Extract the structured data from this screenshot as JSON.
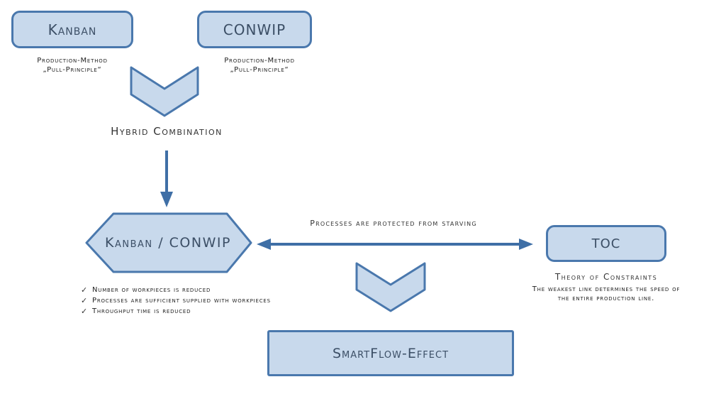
{
  "boxes": {
    "kanban": "Kanban",
    "conwip": "CONWIP",
    "hybrid": "Kanban / CONWIP",
    "toc": "TOC",
    "smartflow": "SmartFlow-Effect"
  },
  "captions": {
    "kanban_line1": "Production-Method",
    "kanban_line2": "„Pull-Principle“",
    "conwip_line1": "Production-Method",
    "conwip_line2": "„Pull-Principle“",
    "hybrid_combination": "Hybrid Combination",
    "starving": "Processes are protected from starving",
    "toc_title": "Theory of Constraints",
    "toc_line1": "The weakest link determines the speed of",
    "toc_line2": "the entire production line."
  },
  "checklist": [
    "Number of workpieces is reduced",
    "Processes are sufficient supplied with workpieces",
    "Throughput time is reduced"
  ],
  "colors": {
    "fill": "#c8d9ec",
    "stroke": "#4a78ad",
    "arrow": "#3f6fa6"
  }
}
